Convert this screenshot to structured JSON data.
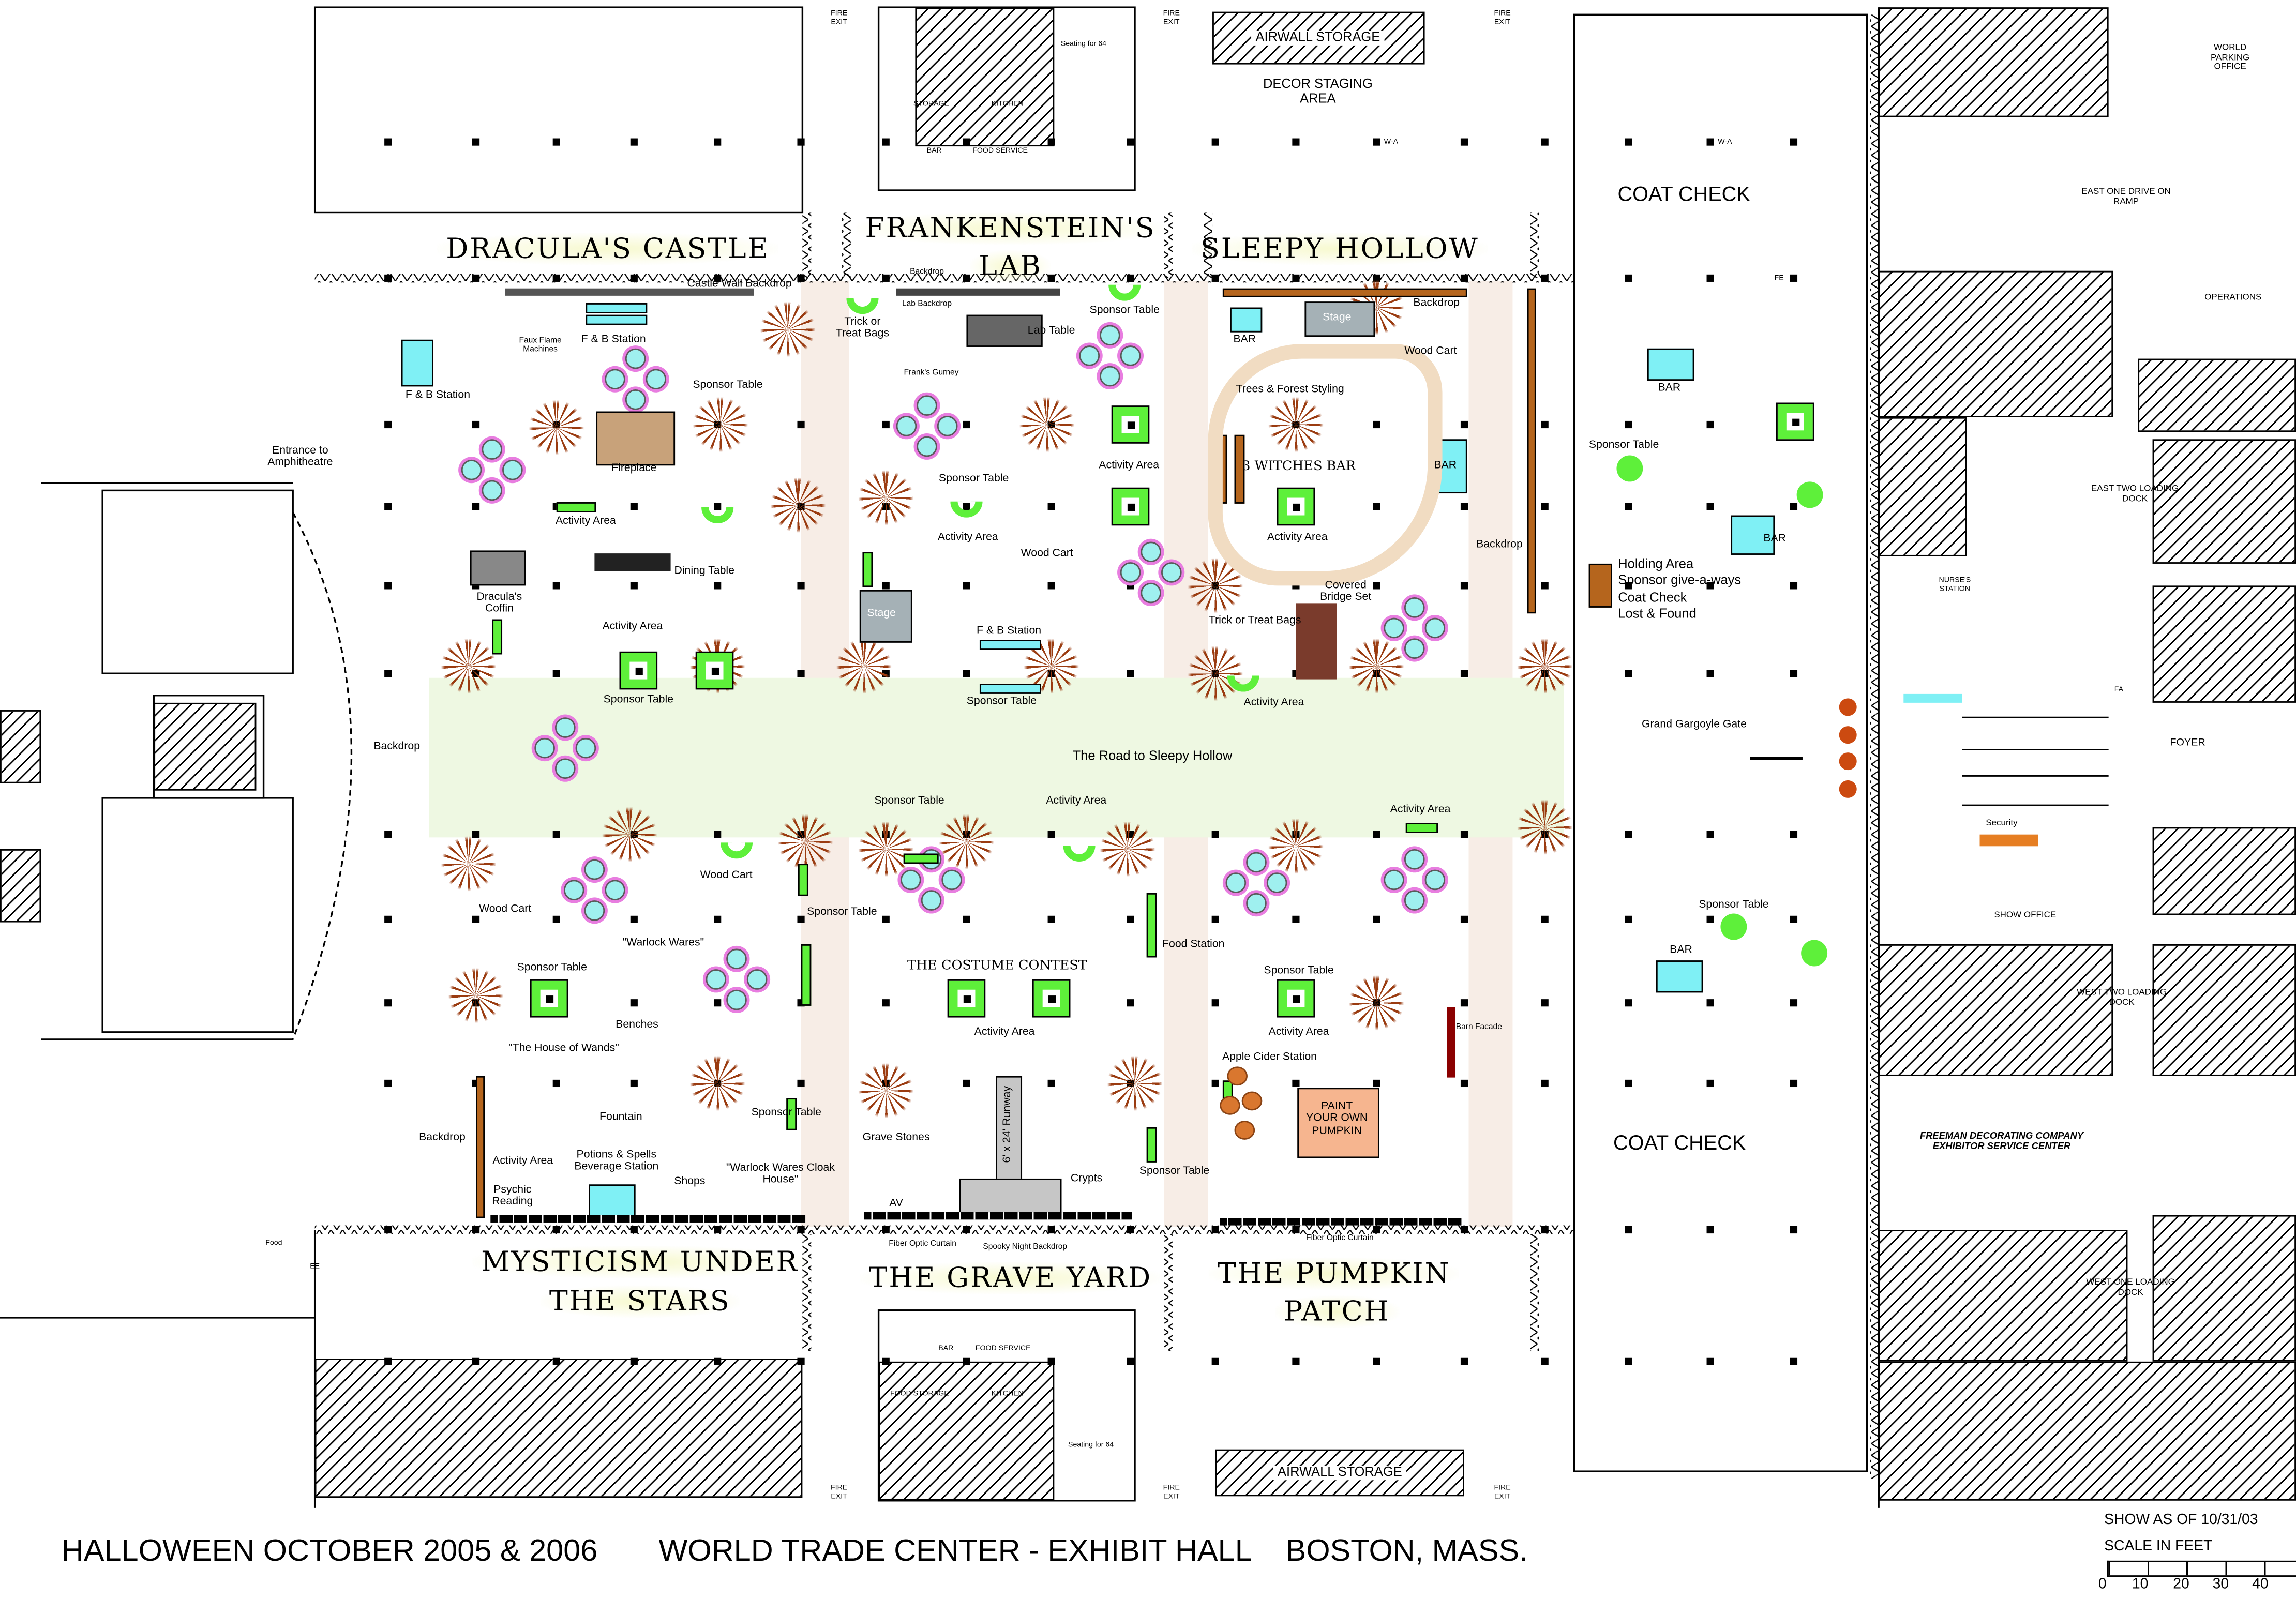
{
  "footer": {
    "event": "HALLOWEEN OCTOBER 2005 & 2006",
    "venue": "WORLD TRADE CENTER - EXHIBIT HALL",
    "city": "BOSTON, MASS."
  },
  "legend": {
    "show_date": "SHOW AS OF 10/31/03",
    "scale_title": "SCALE IN FEET",
    "ticks": [
      "0",
      "10",
      "20",
      "30",
      "40"
    ]
  },
  "zones": {
    "dracula": "DRACULA'S CASTLE",
    "frankenstein_1": "FRANKENSTEIN'S",
    "frankenstein_2": "LAB",
    "sleepy": "SLEEPY HOLLOW",
    "mysticism_1": "MYSTICISM UNDER",
    "mysticism_2": "THE STARS",
    "graveyard": "THE GRAVE YARD",
    "pumpkin_1": "THE PUMPKIN",
    "pumpkin_2": "PATCH",
    "road": "The Road to Sleepy Hollow"
  },
  "building": {
    "coat_check_top": "COAT CHECK",
    "coat_check_bottom": "COAT CHECK",
    "decor_staging": "DECOR STAGING AREA",
    "airwall_top": "AIRWALL STORAGE",
    "airwall_bottom": "AIRWALL STORAGE",
    "parking_office": "WORLD PARKING OFFICE",
    "east_one": "EAST ONE DRIVE ON RAMP",
    "operations": "OPERATIONS",
    "east_two": "EAST TWO LOADING DOCK",
    "foyer": "FOYER",
    "show_office": "SHOW OFFICE",
    "west_two": "WEST TWO LOADING DOCK",
    "freeman": "FREEMAN DECORATING COMPANY EXHIBITOR SERVICE CENTER",
    "west_one": "WEST ONE LOADING DOCK",
    "nurse": "NURSE'S STATION",
    "security": "Security",
    "entrance": "Entrance to Amphitheatre",
    "gargoyle_gate": "Grand Gargoyle Gate",
    "holding": [
      "Holding Area",
      "Sponsor give-a-ways",
      "Coat Check",
      "Lost & Found"
    ],
    "fire_exit": "FIRE EXIT",
    "storage": "STORAGE",
    "kitchen": "KITCHEN",
    "bar": "BAR",
    "food_service": "FOOD SERVICE",
    "seating": "Seating for 64",
    "food_storage": "FOOD STORAGE",
    "food": "Food",
    "ee": "EE",
    "wa": "W-A",
    "fe": "FE",
    "fa": "FA"
  },
  "hall_labels": [
    "Castle Wall Backdrop",
    "Faux Flame Machines",
    "F & B Station",
    "F & B Station",
    "Sponsor Table",
    "Fireplace",
    "Activity Area",
    "Dining Table",
    "Dracula's Coffin",
    "Activity Area",
    "Sponsor Table",
    "Backdrop",
    "Wood Cart",
    "Wood Cart",
    "\"Warlock Wares\"",
    "Sponsor Table",
    "Benches",
    "\"The House of Wands\"",
    "Fountain",
    "Backdrop",
    "Activity Area",
    "Potions & Spells Beverage Station",
    "Sponsor Table",
    "\"Warlock Wares Cloak House\"",
    "Shops",
    "Psychic Reading",
    "Backdrop",
    "Lab Backdrop",
    "Trick or Treat Bags",
    "Frank's Gurney",
    "Lab Table",
    "Sponsor Table",
    "Sponsor Table",
    "Activity Area",
    "Wood Cart",
    "Activity Area",
    "Stage",
    "F & B Station",
    "Sponsor Table",
    "Sponsor Table",
    "Activity Area",
    "Sponsor Table",
    "THE COSTUME CONTEST",
    "Activity Area",
    "Food Station",
    "Grave Stones",
    "6' x 24' Runway",
    "Crypts",
    "Sponsor Table",
    "AV",
    "Fiber Optic Curtain",
    "Spooky Night Backdrop",
    "Backdrop",
    "Stage",
    "BAR",
    "Wood Cart",
    "Trees & Forest Styling",
    "3 WITCHES BAR",
    "BAR",
    "Activity Area",
    "Backdrop",
    "Covered Bridge Set",
    "Trick or Treat Bags",
    "Activity Area",
    "Activity Area",
    "Sponsor Table",
    "Activity Area",
    "Apple Cider Station",
    "Barn Facade",
    "PAINT YOUR OWN PUMPKIN",
    "Fiber Optic Curtain",
    "BAR",
    "Sponsor Table",
    "BAR",
    "Sponsor Table",
    "BAR"
  ]
}
